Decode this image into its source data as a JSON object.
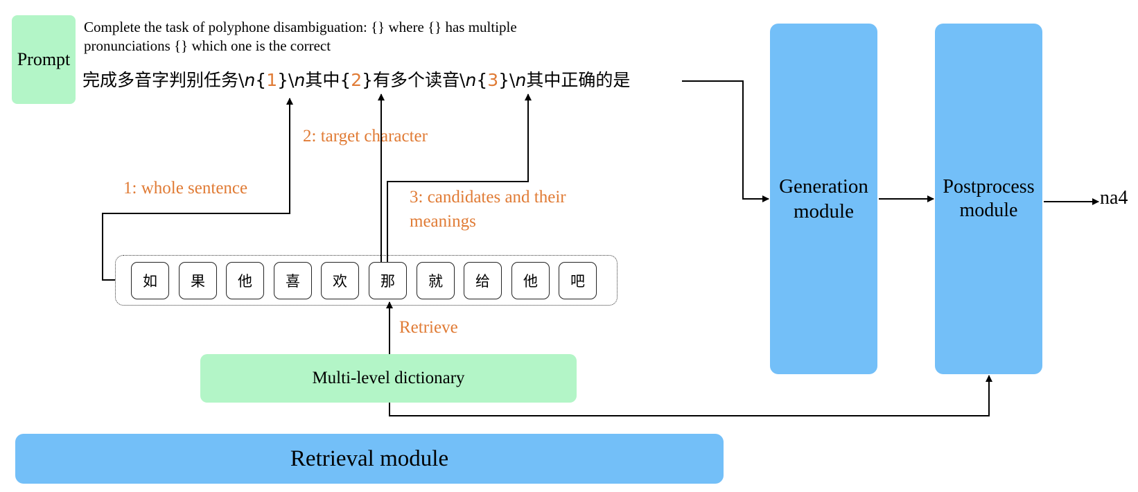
{
  "prompt": {
    "label": "Prompt",
    "english_line1": "Complete the task of polyphone disambiguation: {} where {} has multiple",
    "english_line2": "pronunciations {} which one is the correct",
    "chinese_segments": [
      {
        "text": "完成多音字判别任务\\",
        "style": "plain"
      },
      {
        "text": "n",
        "style": "italic"
      },
      {
        "text": "{",
        "style": "plain"
      },
      {
        "text": "1",
        "style": "orange"
      },
      {
        "text": "}\\",
        "style": "plain"
      },
      {
        "text": "n",
        "style": "italic"
      },
      {
        "text": "其中{",
        "style": "plain"
      },
      {
        "text": "2",
        "style": "orange"
      },
      {
        "text": "}有多个读音\\",
        "style": "plain"
      },
      {
        "text": "n",
        "style": "italic"
      },
      {
        "text": "{",
        "style": "plain"
      },
      {
        "text": "3",
        "style": "orange"
      },
      {
        "text": "}\\",
        "style": "plain"
      },
      {
        "text": "n",
        "style": "italic"
      },
      {
        "text": "其中正确的是",
        "style": "plain"
      }
    ]
  },
  "labels": {
    "whole_sentence": "1: whole sentence",
    "target_character": "2: target character",
    "candidates_line1": "3: candidates and their",
    "candidates_line2": "meanings",
    "retrieve": "Retrieve"
  },
  "tokens": [
    "如",
    "果",
    "他",
    "喜",
    "欢",
    "那",
    "就",
    "给",
    "他",
    "吧"
  ],
  "modules": {
    "generation_line1": "Generation",
    "generation_line2": "module",
    "postprocess_line1": "Postprocess",
    "postprocess_line2": "module",
    "dictionary": "Multi-level dictionary",
    "retrieval": "Retrieval module"
  },
  "output": "na4",
  "colors": {
    "green": "#b3f5c7",
    "blue": "#73bff8",
    "orange": "#e07b35"
  }
}
